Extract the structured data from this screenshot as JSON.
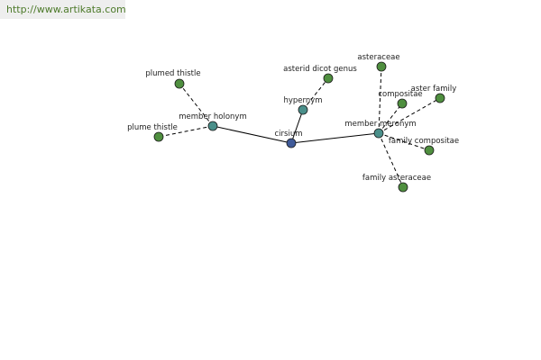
{
  "source_url": "http://www.artikata.com",
  "colors": {
    "center_node": "#3f5a99",
    "relation_node": "#4a8f8a",
    "word_node": "#4f8f3f",
    "node_stroke": "#1a1a1a",
    "solid_edge": "#000000",
    "dashed_edge": "#000000",
    "link": "#4d7a2a"
  },
  "graph": {
    "center": "cirsium",
    "relations": [
      {
        "label": "member holonym",
        "words": [
          "plumed thistle",
          "plume thistle"
        ]
      },
      {
        "label": "hypernym",
        "words": [
          "asterid dicot genus"
        ]
      },
      {
        "label": "member meronym",
        "words": [
          "asteraceae",
          "compositae",
          "aster family",
          "family compositae",
          "family asteraceae"
        ]
      }
    ]
  }
}
